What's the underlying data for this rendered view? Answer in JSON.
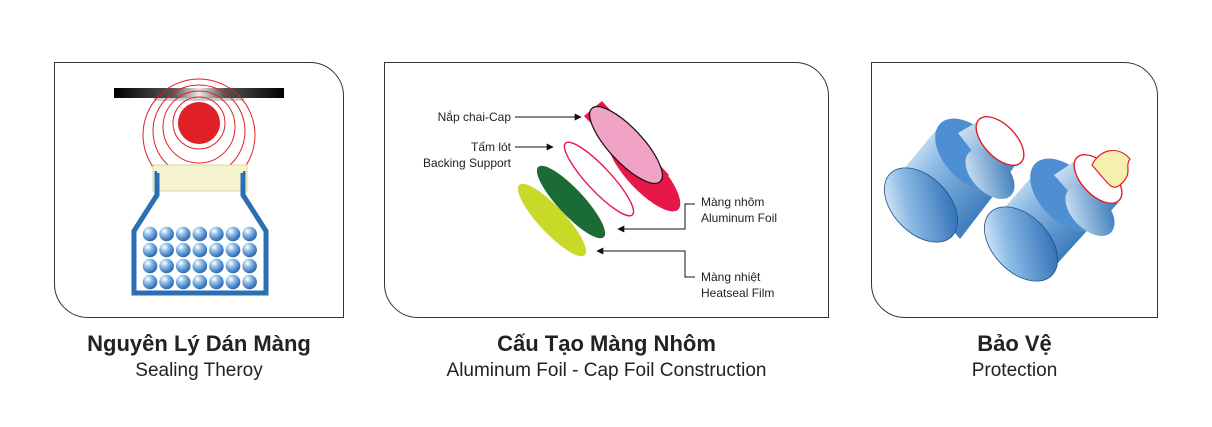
{
  "panels": {
    "sealing": {
      "title": "Nguyên Lý Dán Màng",
      "subtitle": "Sealing Theroy"
    },
    "construction": {
      "title": "Cấu Tạo Màng Nhôm",
      "subtitle": "Aluminum Foil - Cap Foil Construction",
      "labels": {
        "cap": "Nắp chai-Cap",
        "backing_vi": "Tấm lót",
        "backing_en": "Backing Support",
        "foil_vi": "Màng nhôm",
        "foil_en": "Aluminum Foil",
        "heatseal_vi": "Màng nhiệt",
        "heatseal_en": "Heatseal Film"
      }
    },
    "protection": {
      "title": "Bảo Vệ",
      "subtitle": "Protection"
    }
  },
  "colors": {
    "cap_red": "#e8174a",
    "cap_pink": "#f1a3c6",
    "foil_green": "#1b6b35",
    "heatseal_yellow": "#c8d927",
    "induction_red": "#e01f26",
    "bottle_blue": "#2a6fb4",
    "cream": "#f6f3cf"
  },
  "icons": [
    "induction-coil-icon",
    "bottle-icon",
    "molecule-balls-icon",
    "bottle-cap-icon"
  ]
}
